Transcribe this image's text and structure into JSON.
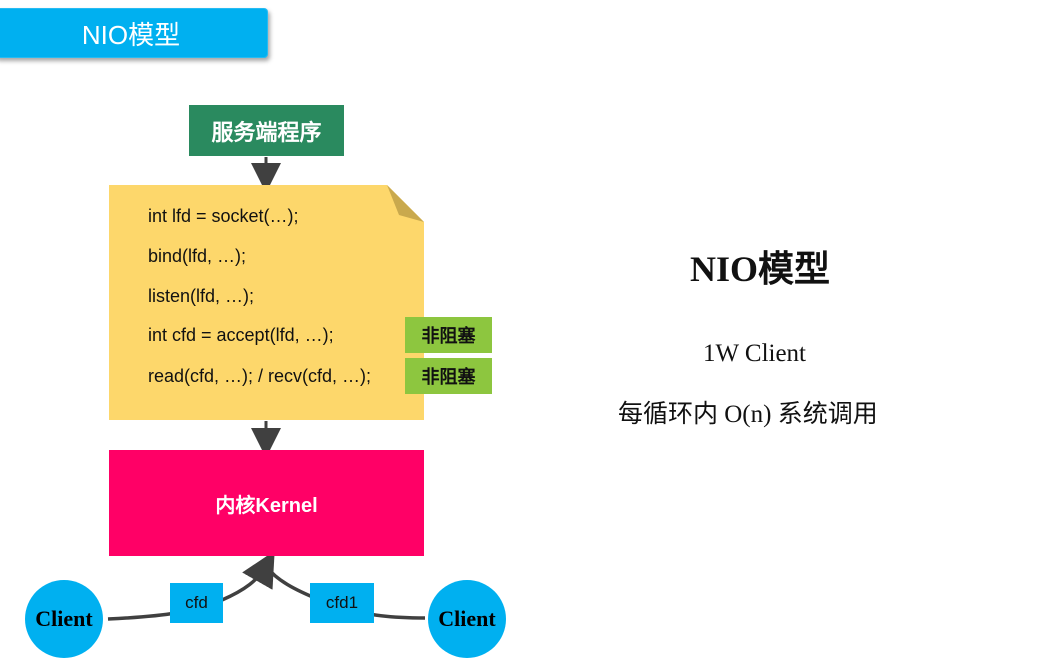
{
  "header": {
    "title": "NIO模型"
  },
  "diagram": {
    "server_label": "服务端程序",
    "code_lines": [
      "int lfd = socket(…);",
      "bind(lfd, …);",
      "listen(lfd, …);",
      "int cfd = accept(lfd, …);",
      "read(cfd, …); / recv(cfd, …);"
    ],
    "tags": [
      "非阻塞",
      "非阻塞"
    ],
    "kernel_label": "内核Kernel",
    "clients": [
      "Client",
      "Client"
    ],
    "fd_labels": [
      "cfd",
      "cfd1"
    ],
    "colors": {
      "title_tab": "#00b0f0",
      "server_box": "#2a8a5f",
      "note": "#fdd76b",
      "tag": "#8dc63f",
      "kernel": "#ff0066",
      "client": "#00b0f0"
    }
  },
  "side": {
    "title": "NIO模型",
    "line1": "1W Client",
    "line2": "每循环内 O(n) 系统调用"
  }
}
